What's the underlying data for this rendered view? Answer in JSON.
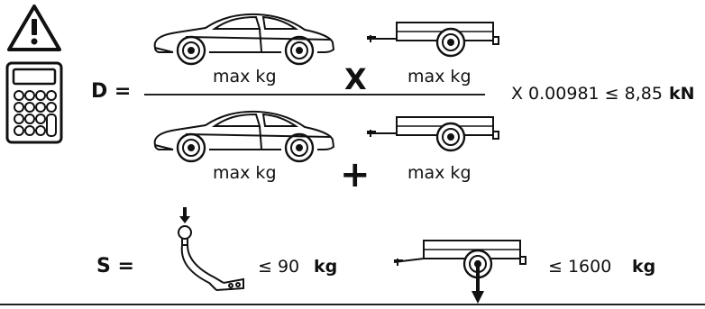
{
  "formula_d": {
    "label": "D =",
    "top_left_caption": "max kg",
    "top_operator": "X",
    "top_right_caption": "max kg",
    "bottom_left_caption": "max kg",
    "bottom_operator": "+",
    "bottom_right_caption": "max kg",
    "factor_text": "X 0.00981 ≤ 8,85",
    "unit": "kN"
  },
  "formula_s": {
    "label": "S =",
    "towball_limit": "≤  90",
    "towball_unit": "kg",
    "trailer_limit": "≤  1600",
    "trailer_unit": "kg"
  },
  "icons": [
    "warning-icon",
    "calculator-icon",
    "car-icon",
    "trailer-icon",
    "towball-icon",
    "down-arrow-icon"
  ],
  "colors": {
    "ink": "#111111",
    "line": "#222222"
  }
}
